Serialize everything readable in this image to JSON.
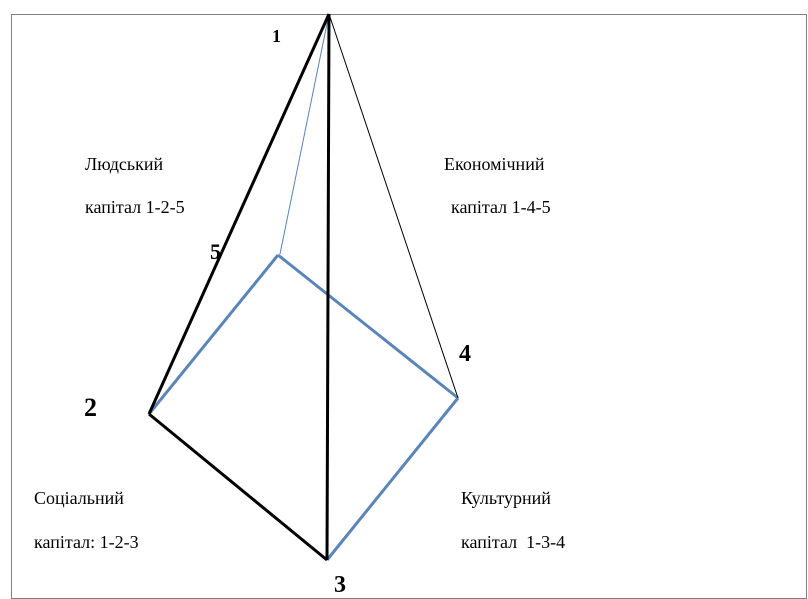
{
  "vertices": {
    "v1": "1",
    "v2": "2",
    "v3": "3",
    "v4": "4",
    "v5": "5"
  },
  "faces": {
    "human": {
      "line1": "Людський",
      "line2": "капітал 1-2-5"
    },
    "economic": {
      "line1": "Економічний",
      "line2": "капітал 1-4-5"
    },
    "social": {
      "line1": "Соціальний",
      "line2": "капітал: 1-2-3"
    },
    "cultural": {
      "line1": "Культурний",
      "line2": "капітал  1-3-4"
    }
  },
  "colors": {
    "black_edge": "#000000",
    "blue_edge": "#5b84b8",
    "frame": "#7f7f7f"
  }
}
